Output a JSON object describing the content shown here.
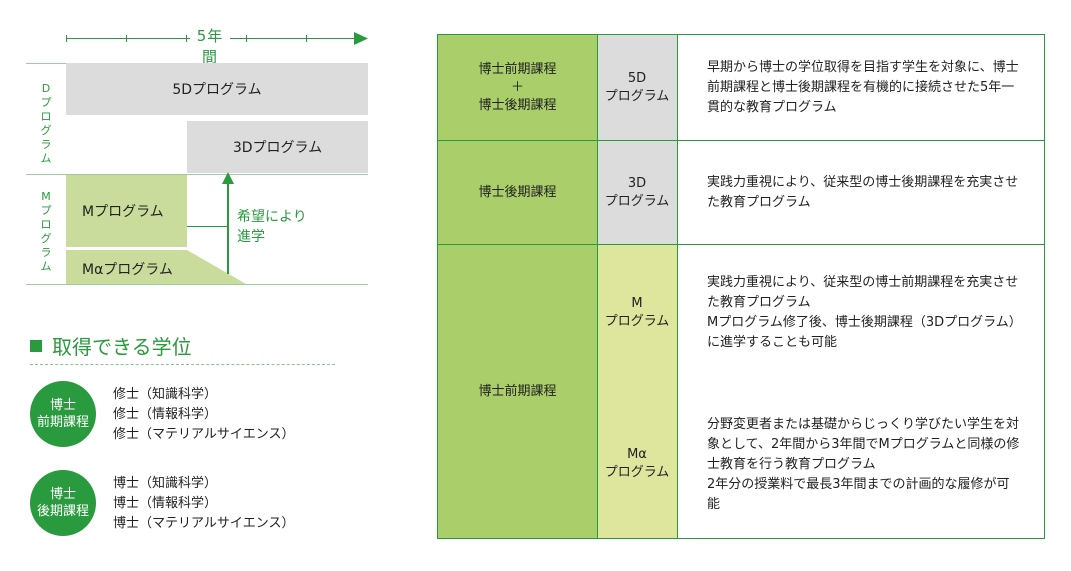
{
  "diagram": {
    "timeline_label": "5年間",
    "d_program_vertical": "D\nプ\nロ\nグ\nラ\nム",
    "m_program_vertical": "M\nプ\nロ\nグ\nラ\nム",
    "box_5d": "5Dプログラム",
    "box_3d": "3Dプログラム",
    "box_m": "Mプログラム",
    "box_malpha": "Mαプログラム",
    "advance_line1": "希望により",
    "advance_line2": "進学"
  },
  "degrees": {
    "title": "取得できる学位",
    "groups": [
      {
        "badge_line1": "博士",
        "badge_line2": "前期課程",
        "items": [
          "修士（知識科学）",
          "修士（情報科学）",
          "修士（マテリアルサイエンス）"
        ]
      },
      {
        "badge_line1": "博士",
        "badge_line2": "後期課程",
        "items": [
          "博士（知識科学）",
          "博士（情報科学）",
          "博士（マテリアルサイエンス）"
        ]
      }
    ]
  },
  "table": {
    "rows": [
      {
        "course_line1": "博士前期課程",
        "course_line2": "＋",
        "course_line3": "博士後期課程",
        "program_line1": "5D",
        "program_line2": "プログラム",
        "description": "早期から博士の学位取得を目指す学生を対象に、博士前期課程と博士後期課程を有機的に接続させた5年一貫的な教育プログラム"
      },
      {
        "course_line1": "博士後期課程",
        "program_line1": "3D",
        "program_line2": "プログラム",
        "description": "実践力重視により、従来型の博士後期課程を充実させた教育プログラム"
      },
      {
        "course_line1": "博士前期課程",
        "program_line1": "M",
        "program_line2": "プログラム",
        "description_line1": "実践力重視により、従来型の博士前期課程を充実させた教育プログラム",
        "description_line2": "Mプログラム修了後、博士後期課程（3Dプログラム）に進学することも可能",
        "program2_line1": "Mα",
        "program2_line2": "プログラム",
        "description2_line1": "分野変更者または基礎からじっくり学びたい学生を対象として、2年間から3年間でMプログラムと同様の修士教育を行う教育プログラム",
        "description2_line2": "2年分の授業料で最長3年間までの計画的な履修が可能"
      }
    ]
  },
  "colors": {
    "accent_green": "#2a9a3e",
    "cell_green": "#aacf6a",
    "cell_gray": "#dcdcdc",
    "cell_light_green": "#dde69c",
    "m_box": "#c9dc9c"
  }
}
